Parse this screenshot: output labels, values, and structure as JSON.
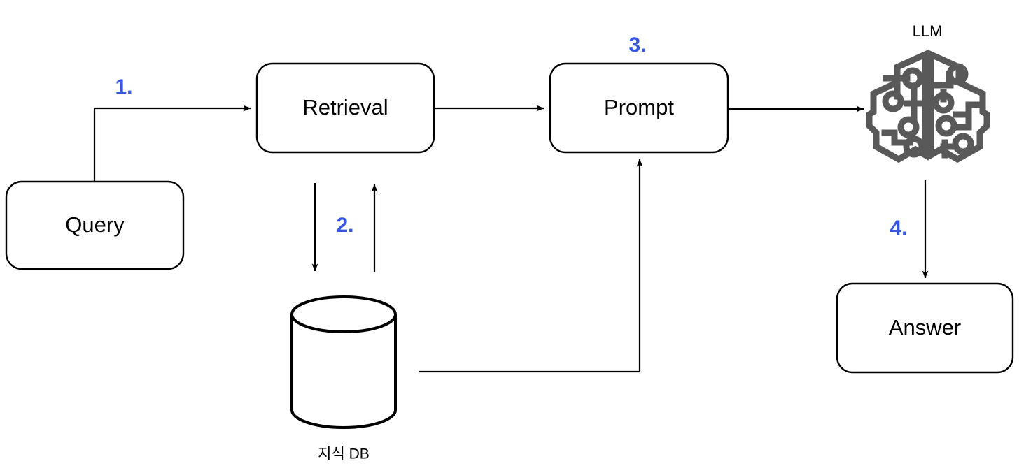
{
  "diagram": {
    "title": "RAG pipeline flow diagram",
    "background_color": "#ffffff",
    "accent_color": "#3355ee",
    "line_color": "#000000",
    "icon_color": "#595959",
    "nodes": [
      {
        "id": "query",
        "label": "Query",
        "shape": "rounded-rectangle"
      },
      {
        "id": "retrieval",
        "label": "Retrieval",
        "shape": "rounded-rectangle"
      },
      {
        "id": "prompt",
        "label": "Prompt",
        "shape": "rounded-rectangle"
      },
      {
        "id": "answer",
        "label": "Answer",
        "shape": "rounded-rectangle"
      },
      {
        "id": "knowledge_db",
        "label": "지식 DB",
        "shape": "cylinder"
      },
      {
        "id": "llm",
        "label": "LLM",
        "shape": "brain-icon"
      }
    ],
    "steps": [
      {
        "id": "step1",
        "label": "1.",
        "from": "query",
        "to": "retrieval"
      },
      {
        "id": "step2",
        "label": "2.",
        "from": "retrieval",
        "to": "knowledge_db"
      },
      {
        "id": "step3",
        "label": "3.",
        "from": "retrieval",
        "to": "prompt"
      },
      {
        "id": "step4",
        "label": "4.",
        "from": "llm",
        "to": "answer"
      }
    ]
  }
}
